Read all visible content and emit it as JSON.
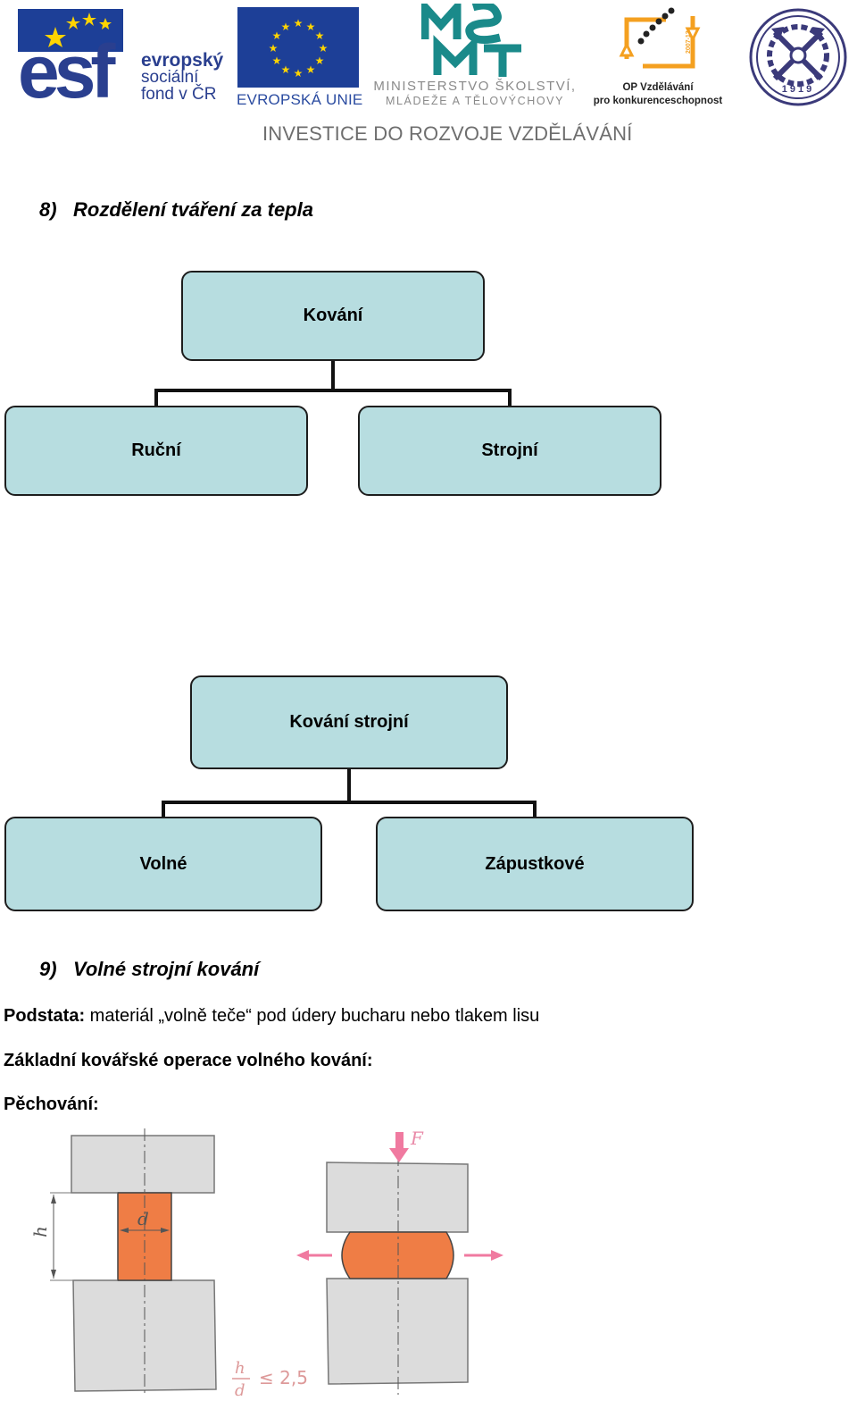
{
  "header": {
    "esf_logo": {
      "word": "esf",
      "line1": "evropský",
      "line2": "sociální",
      "line3": "fond v ČR"
    },
    "eu_logo": {
      "caption": "EVROPSKÁ UNIE"
    },
    "msmt_logo": {
      "line1": "MINISTERSTVO ŠKOLSTVÍ,",
      "line2": "MLÁDEŽE A TĚLOVÝCHOVY"
    },
    "op_logo": {
      "line1": "OP Vzdělávání",
      "line2": "pro konkurenceschopnost",
      "side": "2007-13"
    },
    "school_seal": {
      "year": "1919"
    },
    "tagline": "INVESTICE DO ROZVOJE VZDĚLÁVÁNÍ"
  },
  "section8": {
    "number": "8)",
    "title": "Rozdělení tváření za tepla",
    "chart1": {
      "root": "Kování",
      "children": [
        "Ruční",
        "Strojní"
      ]
    },
    "chart2": {
      "root": "Kování strojní",
      "children": [
        "Volné",
        "Zápustkové"
      ]
    }
  },
  "section9": {
    "number": "9)",
    "title": "Volné strojní kování",
    "principle_label": "Podstata:",
    "principle_text": " materiál „volně teče“ pod údery bucharu nebo tlakem lisu",
    "operations_heading": "Základní kovářské operace volného kování:",
    "upsetting_heading": "Pěchování:"
  },
  "figure": {
    "label_h": "h",
    "label_d": "d",
    "label_F": "F",
    "ratio_num": "h",
    "ratio_den": "d",
    "ratio_rel": "≤ 2,5",
    "colors": {
      "die": "#dcdcdc",
      "workpiece": "#ef7d45",
      "arrow": "#f07aa0",
      "label": "#d99"
    }
  },
  "colors": {
    "box_fill": "#b7dde0",
    "box_border": "#1d1d1d",
    "eu_blue": "#1d3f97",
    "esf_blue": "#2a3f8f"
  }
}
